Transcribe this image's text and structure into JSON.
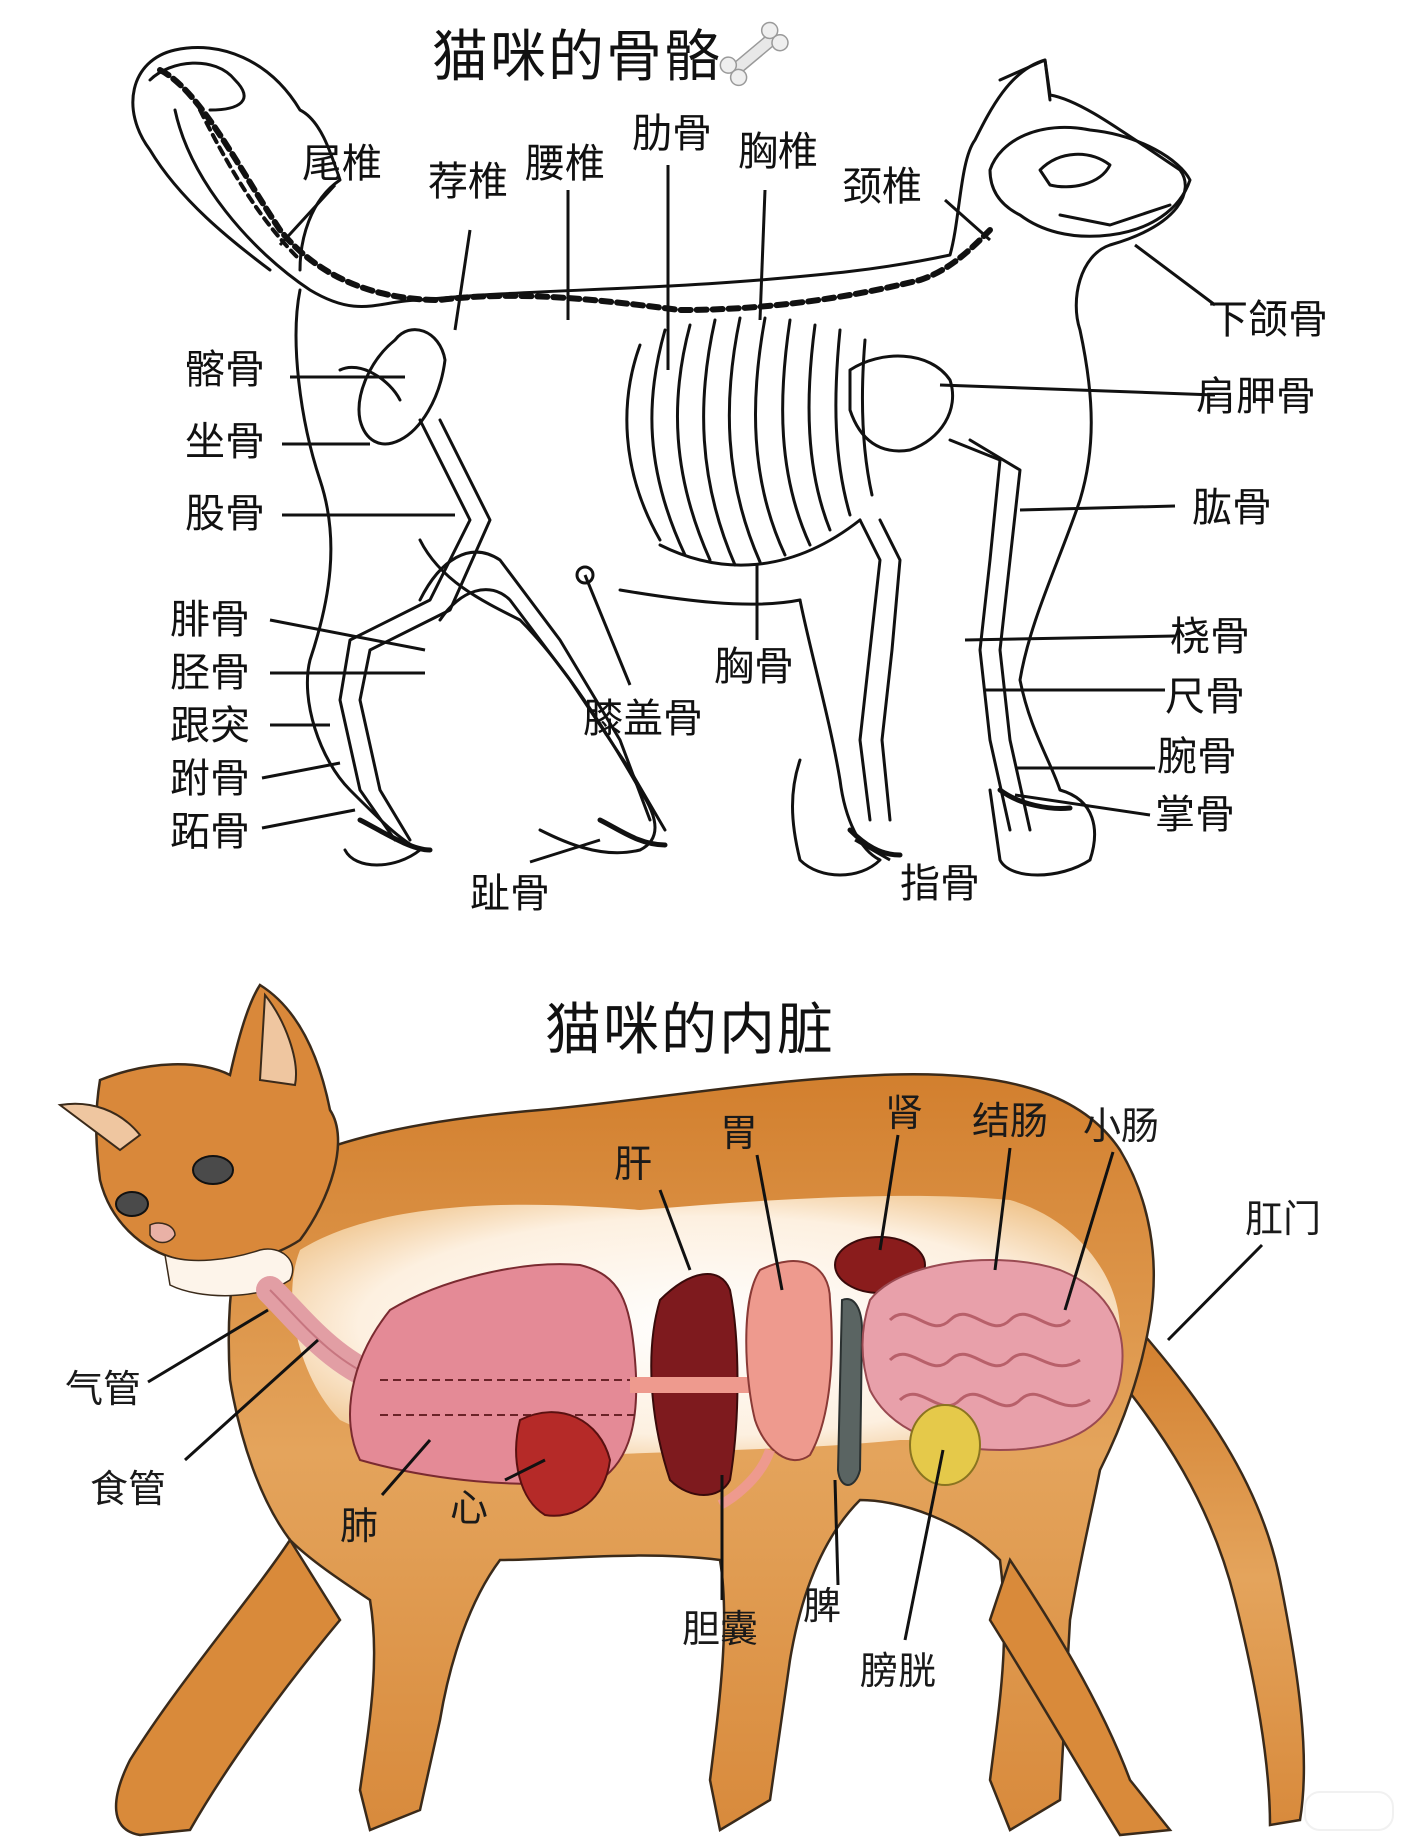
{
  "skeleton": {
    "title": "猫咪的骨骼",
    "title_icon": "bone-icon",
    "labels": {
      "caudal_vertebrae": "尾椎",
      "sacral_vertebrae": "荐椎",
      "lumbar_vertebrae": "腰椎",
      "ribs": "肋骨",
      "thoracic_vertebrae": "胸椎",
      "cervical_vertebrae": "颈椎",
      "mandible": "下颌骨",
      "ilium": "髂骨",
      "ischium": "坐骨",
      "femur": "股骨",
      "scapula": "肩胛骨",
      "humerus": "肱骨",
      "fibula": "腓骨",
      "tibia": "胫骨",
      "calcaneus": "跟突",
      "tarsals": "跗骨",
      "metatarsals": "跖骨",
      "patella": "膝盖骨",
      "sternum": "胸骨",
      "radius": "桡骨",
      "ulna": "尺骨",
      "carpals": "腕骨",
      "metacarpals": "掌骨",
      "toe_bones": "趾骨",
      "finger_bones": "指骨"
    }
  },
  "organs": {
    "title": "猫咪的内脏",
    "labels": {
      "liver": "肝",
      "stomach": "胃",
      "kidney": "肾",
      "colon": "结肠",
      "small_intestine": "小肠",
      "anus": "肛门",
      "trachea": "气管",
      "esophagus": "食管",
      "lung": "肺",
      "heart": "心",
      "gallbladder": "胆囊",
      "spleen": "脾",
      "bladder": "膀胱"
    },
    "colors": {
      "fur": "#d9893a",
      "fur_light": "#f3d3a6",
      "lung": "#e48a96",
      "liver": "#7e1a1e",
      "stomach": "#ee9a8e",
      "kidney": "#8a1c1c",
      "intestine": "#e8a0aa",
      "spleen": "#5a6462",
      "bladder": "#e5c94a",
      "heart": "#b52a28"
    }
  }
}
